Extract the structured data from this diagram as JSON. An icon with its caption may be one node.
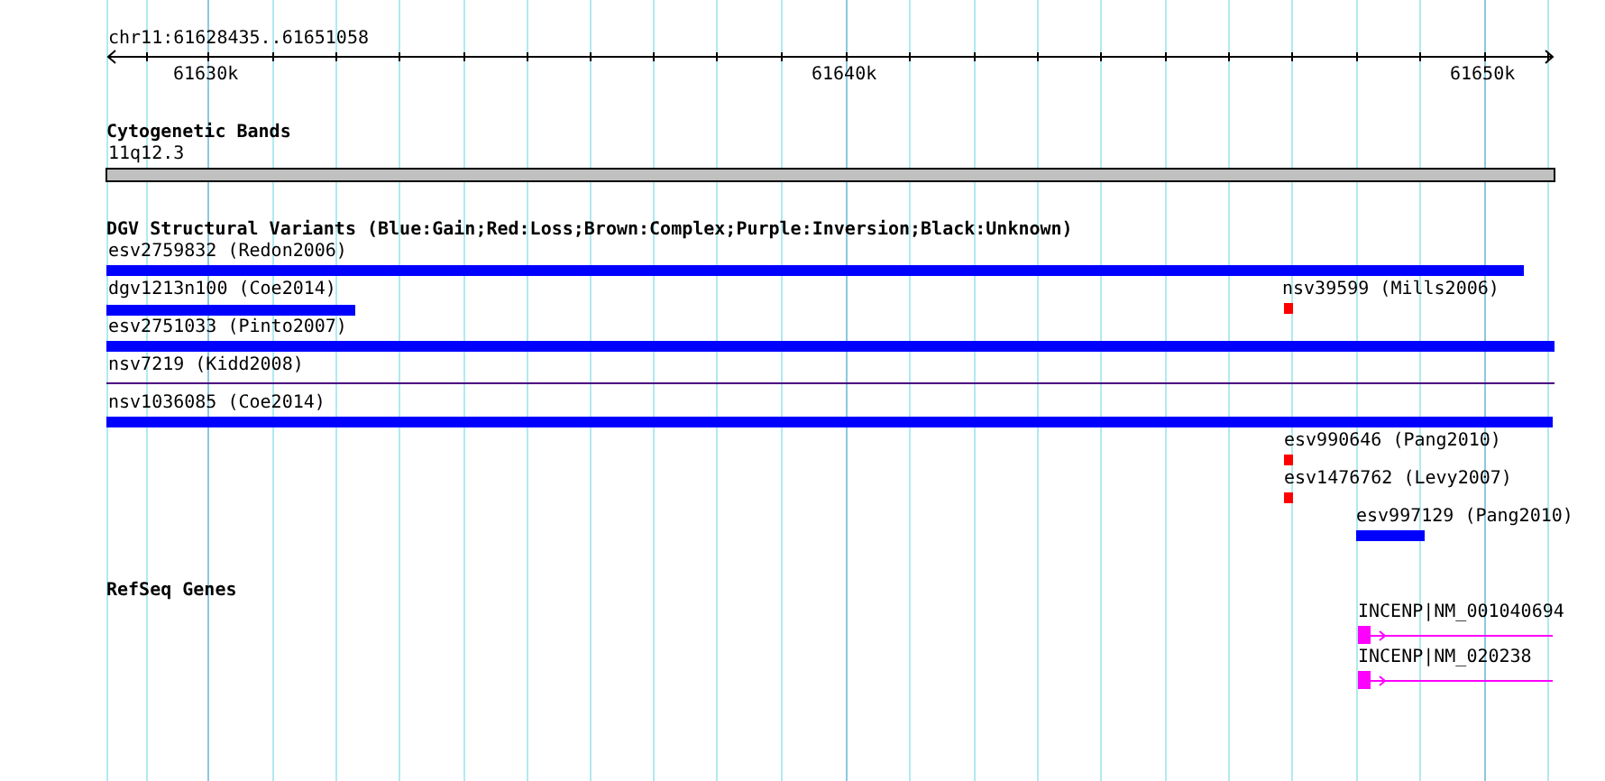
{
  "diagram": {
    "nodes": [
      {
        "text": [
          "11q12.3"
        ]
      },
      {
        "text": [
          "esv2759832 (Redon2006)"
        ]
      },
      {
        "text": [
          "dgv1213n100 (Coe2014)"
        ]
      },
      {
        "text": [
          "nsv39599 (Mills2006)"
        ]
      },
      {
        "text": [
          "esv2751033 (Pinto2007)"
        ]
      },
      {
        "text": [
          "nsv7219 (Kidd2008)"
        ]
      },
      {
        "text": [
          "nsv1036085 (Coe2014)"
        ]
      },
      {
        "text": [
          "esv990646 (Pang2010)"
        ]
      },
      {
        "text": [
          "esv1476762 (Levy2007)"
        ]
      },
      {
        "text": [
          "esv997129 (Pang2010)"
        ]
      },
      {
        "text": [
          "INCENP|NM_001040694"
        ]
      },
      {
        "text": [
          "INCENP|NM_020238"
        ]
      }
    ],
    "labels": [
      "chr11:61628435..61651058",
      "61630k",
      "61640k",
      "61650k",
      "Cytogenetic Bands",
      "DGV Structural Variants (Blue:Gain;Red:Loss;Brown:Complex;Purple:Inversion;Black:Unknown)",
      "RefSeq Genes"
    ]
  }
}
